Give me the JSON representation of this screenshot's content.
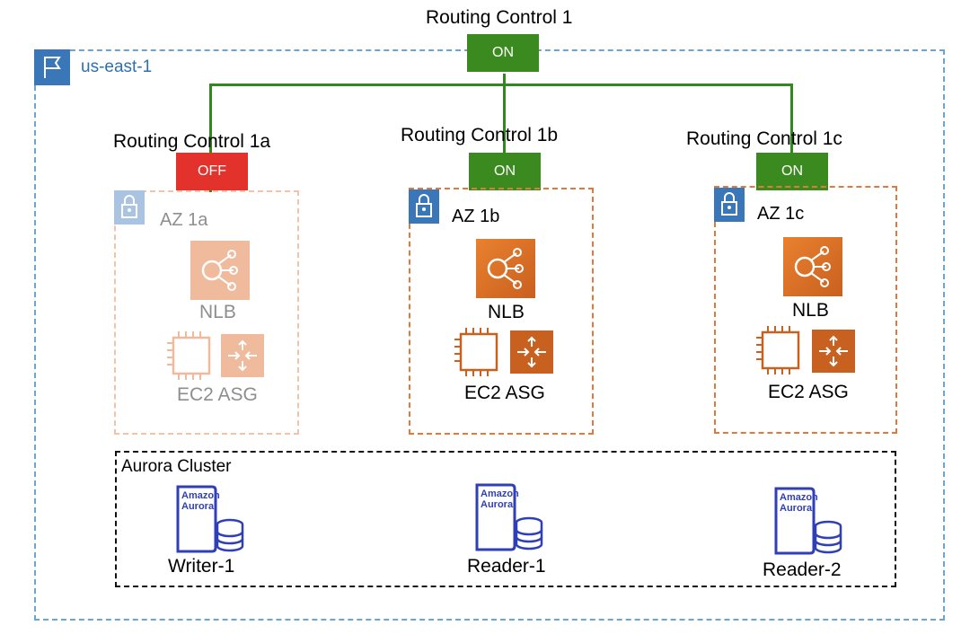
{
  "colors": {
    "region_border": "#6aa5d4",
    "region_accent": "#3a77b8",
    "switch_on": "#3b8a1f",
    "switch_off": "#e3312b",
    "az_border": "#e07a3a",
    "aurora_blue": "#2f3fb6"
  },
  "top_control": {
    "title": "Routing Control 1",
    "state": "ON"
  },
  "region": {
    "label": "us-east-1",
    "icon": "region-flag-icon"
  },
  "controls": [
    {
      "title": "Routing Control 1a",
      "state": "OFF"
    },
    {
      "title": "Routing Control 1b",
      "state": "ON"
    },
    {
      "title": "Routing Control 1c",
      "state": "ON"
    }
  ],
  "azs": [
    {
      "label": "AZ 1a",
      "nlb": "NLB",
      "asg": "EC2 ASG",
      "faded": true
    },
    {
      "label": "AZ 1b",
      "nlb": "NLB",
      "asg": "EC2 ASG",
      "faded": false
    },
    {
      "label": "AZ 1c",
      "nlb": "NLB",
      "asg": "EC2 ASG",
      "faded": false
    }
  ],
  "aurora": {
    "title": "Aurora Cluster",
    "instances": [
      {
        "name": "Writer-1",
        "brand_line1": "Amazon",
        "brand_line2": "Aurora"
      },
      {
        "name": "Reader-1",
        "brand_line1": "Amazon",
        "brand_line2": "Aurora"
      },
      {
        "name": "Reader-2",
        "brand_line1": "Amazon",
        "brand_line2": "Aurora"
      }
    ]
  }
}
